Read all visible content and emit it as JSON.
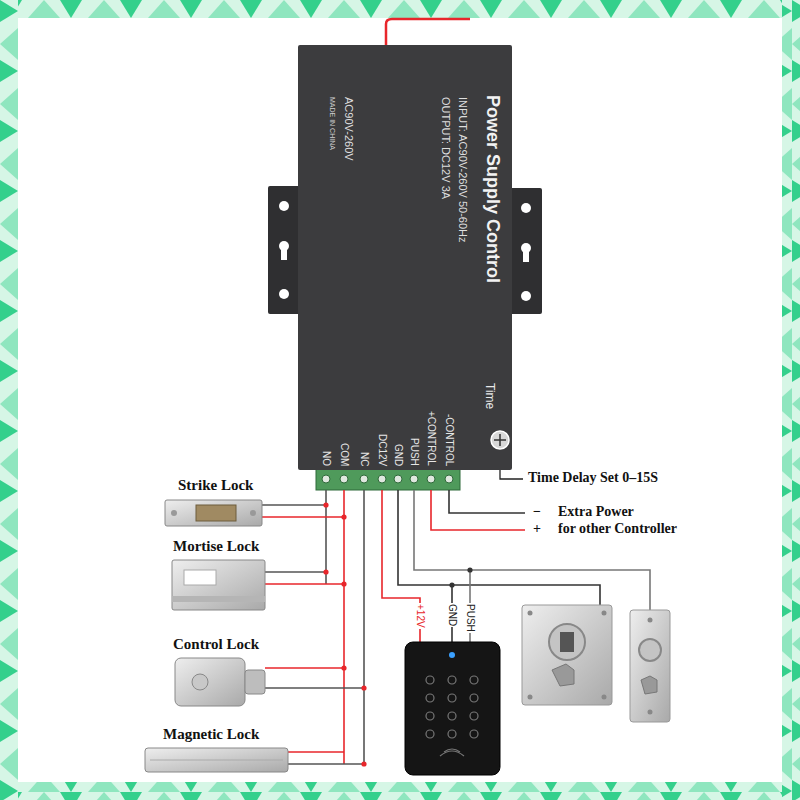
{
  "diagram": {
    "nodes": [
      {
        "text": [
          "Power Supply Control",
          "INPUT: AC90V-260V 50-60Hz",
          "OUTPUT: DC12V 3A",
          "AC90V-260V",
          "MADE IN CHINA",
          "Time"
        ]
      }
    ],
    "labels": [
      "NO",
      "COM",
      "NC",
      "DC12V",
      "GND",
      "PUSH",
      "+CONTROL",
      "-CONTROL",
      "Time Delay Set 0–15S",
      "−",
      "Extra Power",
      "+",
      "for other Controller",
      "Strike Lock",
      "Mortise Lock",
      "Control Lock",
      "Magnetic Lock",
      "+12V",
      "GND",
      "PUSH"
    ]
  }
}
